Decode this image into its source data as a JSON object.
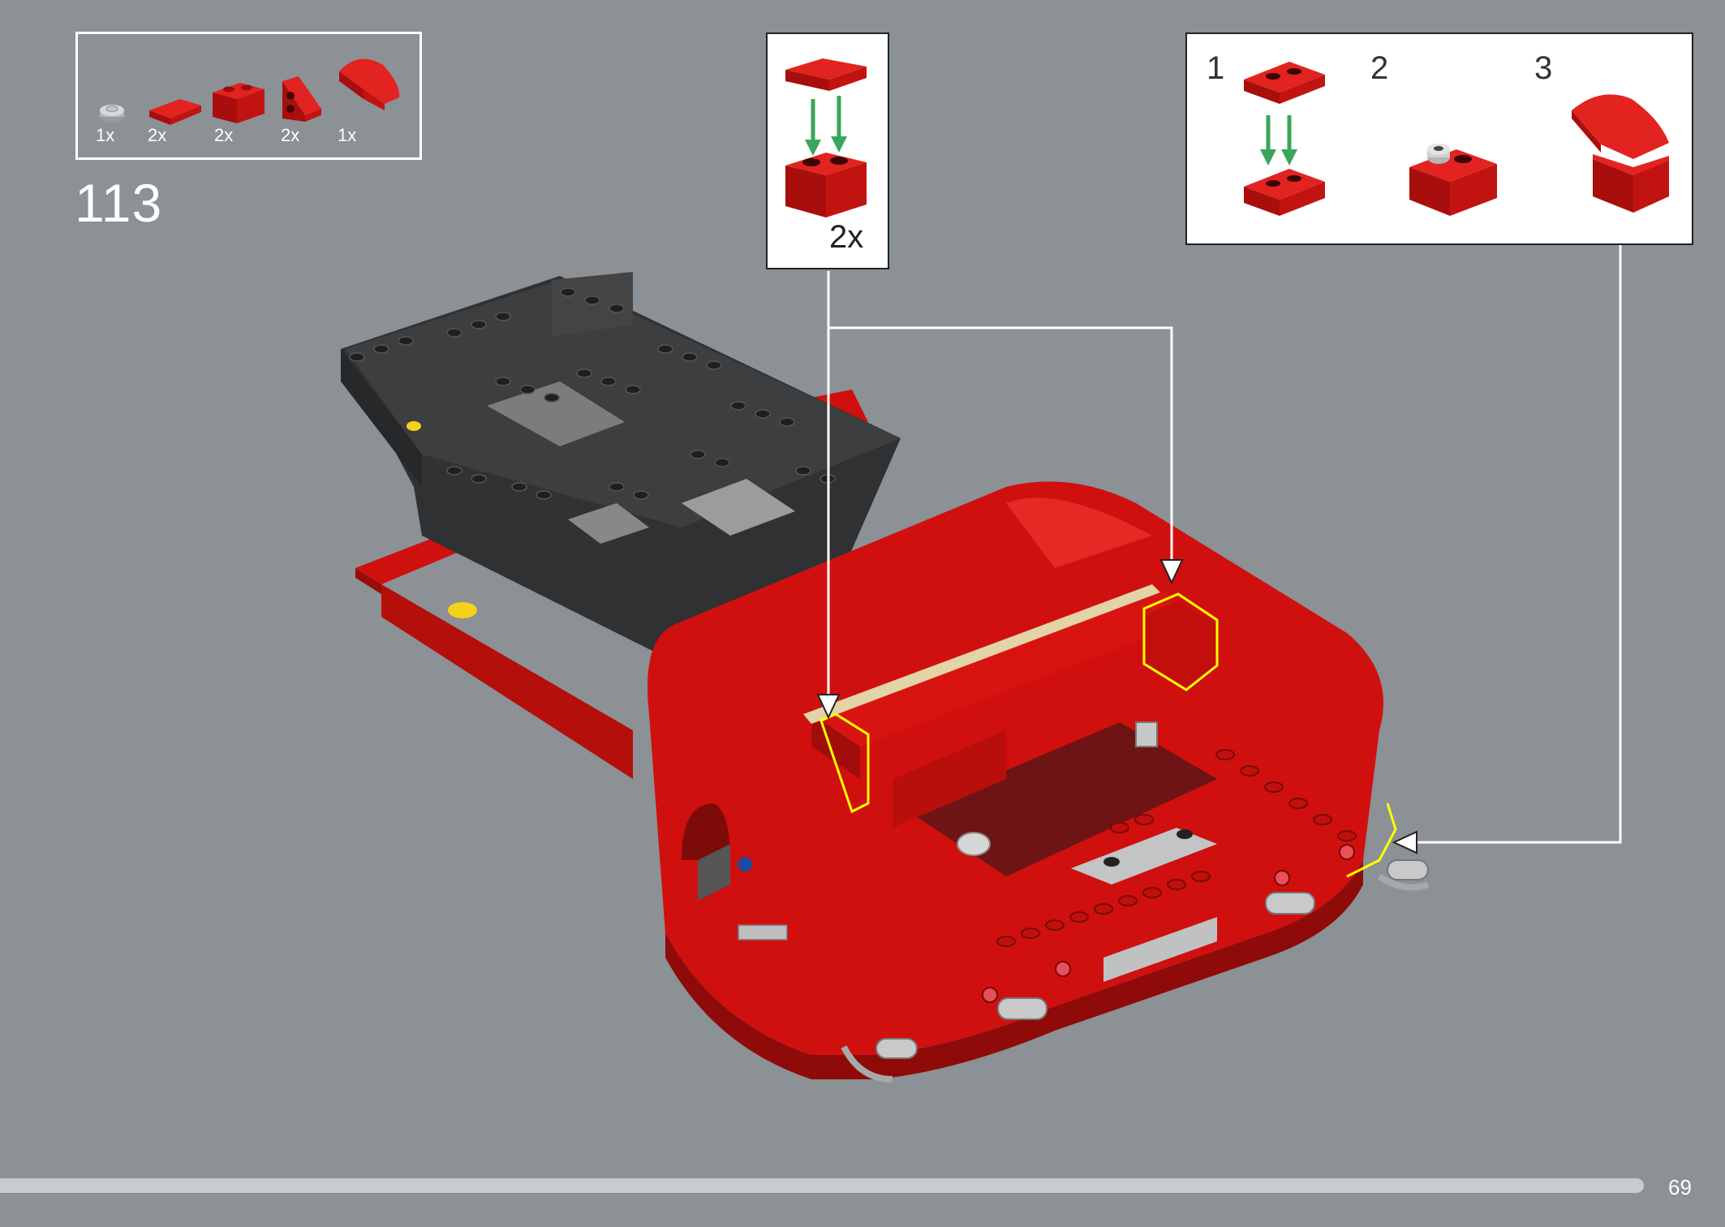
{
  "parts_list": [
    {
      "count": "1x",
      "icon": "round-plate-icon"
    },
    {
      "count": "2x",
      "icon": "plate-1x2-icon"
    },
    {
      "count": "2x",
      "icon": "brick-1x2-icon"
    },
    {
      "count": "2x",
      "icon": "slope-brick-icon"
    },
    {
      "count": "1x",
      "icon": "curved-slope-icon"
    }
  ],
  "step_number": "113",
  "callout_a": {
    "multiplier": "2x"
  },
  "callout_b": {
    "sub_steps": [
      "1",
      "2",
      "3"
    ]
  },
  "page_number": "69",
  "colors": {
    "background": "#8b9195",
    "red": "#d0100e",
    "dark_grey": "#3a3a3a",
    "highlight": "#ffff00"
  }
}
